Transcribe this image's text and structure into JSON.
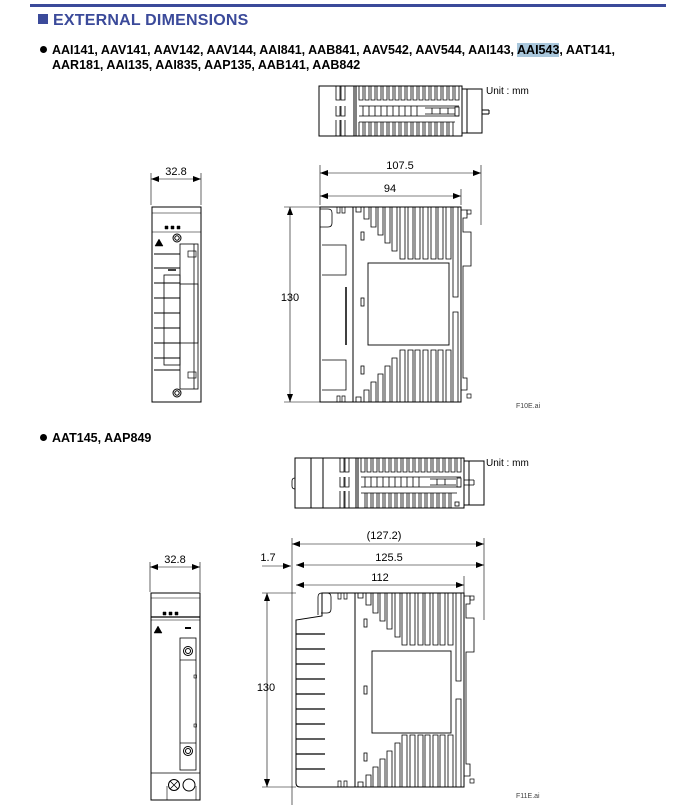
{
  "header": {
    "title": "EXTERNAL DIMENSIONS",
    "accent_color": "#3b4a9a"
  },
  "group1": {
    "models_line1": [
      "AAI141",
      "AAV141",
      "AAV142",
      "AAV144",
      "AAI841",
      "AAB841",
      "AAV542",
      "AAV544",
      "AAI143",
      "AAI543",
      "AAT141"
    ],
    "models_line1_text_a": "AAI141, AAV141, AAV142, AAV144, AAI841, AAB841, AAV542, AAV544, AAI143, ",
    "highlighted_model": "AAI543",
    "models_line1_text_b": ", AAT141,",
    "models_line2_text": "AAR181, AAI135, AAI835, AAP135, AAB141, AAB842",
    "unit_label": "Unit : mm",
    "front_width": "32.8",
    "side_total_depth": "107.5",
    "side_body_depth": "94",
    "height": "130",
    "figure_ref": "F10E.ai"
  },
  "group2": {
    "models_text": "AAT145, AAP849",
    "unit_label": "Unit : mm",
    "front_width": "32.8",
    "side_overall_depth": "(127.2)",
    "side_offset": "1.7",
    "side_total_depth": "125.5",
    "side_body_depth": "112",
    "height": "130",
    "figure_ref": "F11E.ai"
  },
  "highlight_color": "#a9c7dc"
}
